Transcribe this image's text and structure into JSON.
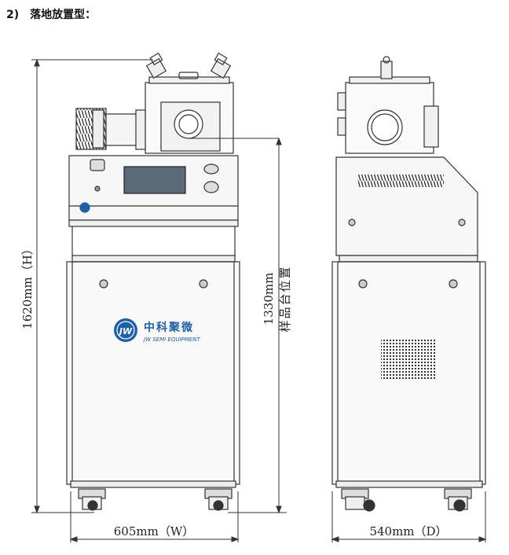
{
  "heading": "2)　落地放置型：",
  "front_view": {
    "brand_cn": "中科聚微",
    "brand_en": "JW SEMI EQUIPMENT",
    "logo_mark": "JW"
  },
  "dimensions": {
    "total_height": "1620mm（H）",
    "sample_height_value": "1330mm",
    "sample_height_label": "样品台位置",
    "width": "605mm（W）",
    "depth": "540mm（D）"
  },
  "colors": {
    "outline": "#333333",
    "logo_blue": "#1f5fa8",
    "screen": "#5b6a78",
    "panel_fill": "#f7f7f7"
  }
}
